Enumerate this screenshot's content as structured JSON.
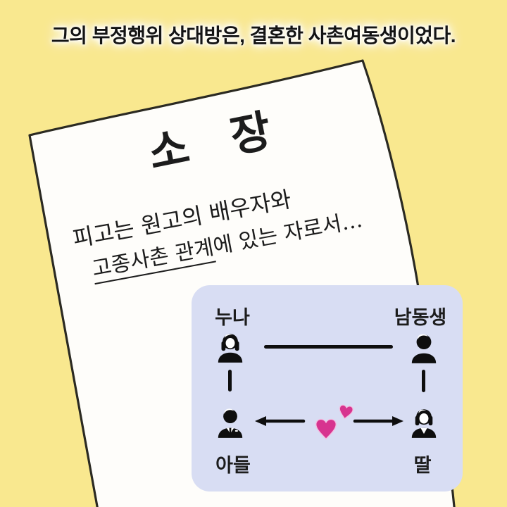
{
  "headline": {
    "text": "그의 부정행위 상대방은, 결혼한 사촌여동생이었다."
  },
  "paper": {
    "title": "소 장",
    "line1": "피고는 원고의 배우자와",
    "line2_underlined": "고종사촌 관계",
    "line2_rest": "에 있는 자로서…"
  },
  "diagram": {
    "top_left_label": "누나",
    "top_right_label": "남동생",
    "bottom_left_label": "아들",
    "bottom_right_label": "딸",
    "icons": {
      "top_left": "woman-icon",
      "top_right": "man-icon",
      "bottom_left": "man-in-suit-icon",
      "bottom_right": "woman-icon",
      "center": "two-hearts-icon",
      "left": "arrow-left-icon",
      "right": "arrow-right-icon"
    }
  },
  "colors": {
    "page_bg": "#f9e88f",
    "paper_fill": "#fefdfa",
    "paper_outline": "#2b2a22",
    "headline_text": "#141414",
    "ink": "#1c1c1c",
    "box_bg": "#d8ddf3",
    "icon": "#0e0e0e",
    "heart_fill": "#d7348f",
    "heart_stroke": "#f3bee0"
  }
}
